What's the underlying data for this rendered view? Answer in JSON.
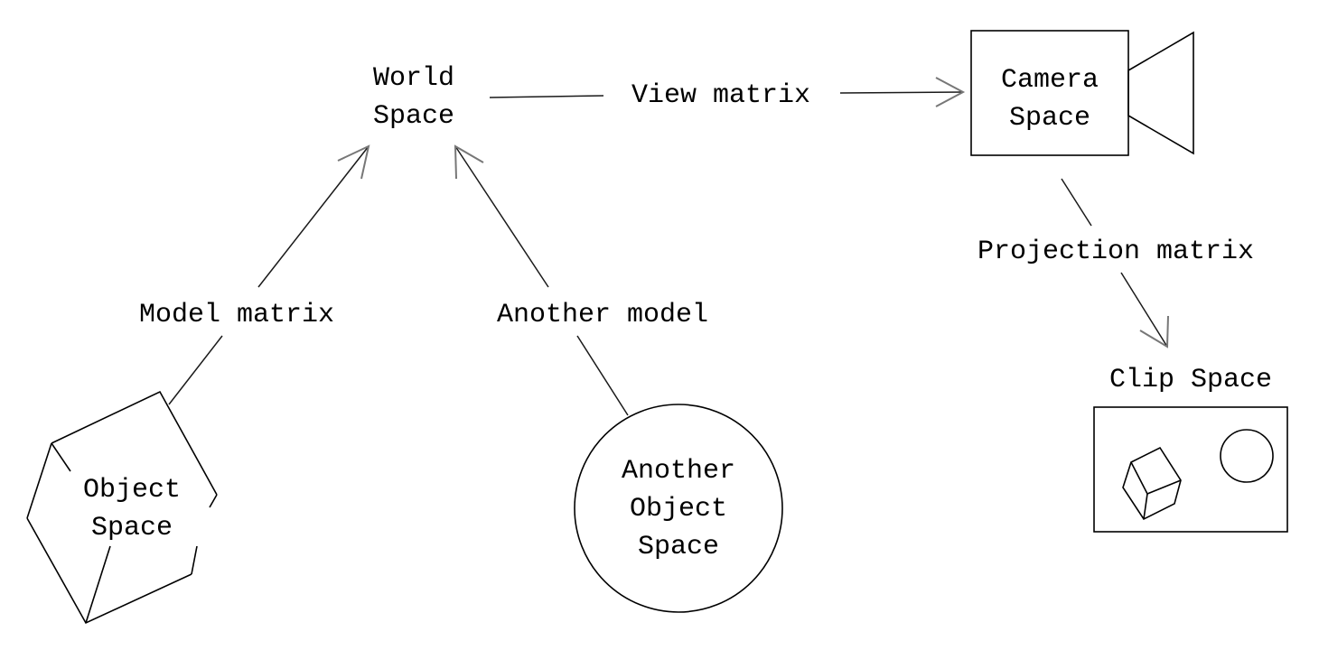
{
  "labels": {
    "world_space": [
      "World",
      "Space"
    ],
    "camera_space": [
      "Camera",
      "Space"
    ],
    "object_space": [
      "Object",
      "Space"
    ],
    "another_object_space": [
      "Another",
      "Object",
      "Space"
    ],
    "clip_space": "Clip Space",
    "view_matrix": "View matrix",
    "model_matrix": "Model matrix",
    "another_model": "Another model",
    "projection_matrix": "Projection matrix"
  },
  "colors": {
    "line": "#1a1a1a",
    "arrowhead": "#777777",
    "text": "#000000",
    "background": "#ffffff"
  }
}
